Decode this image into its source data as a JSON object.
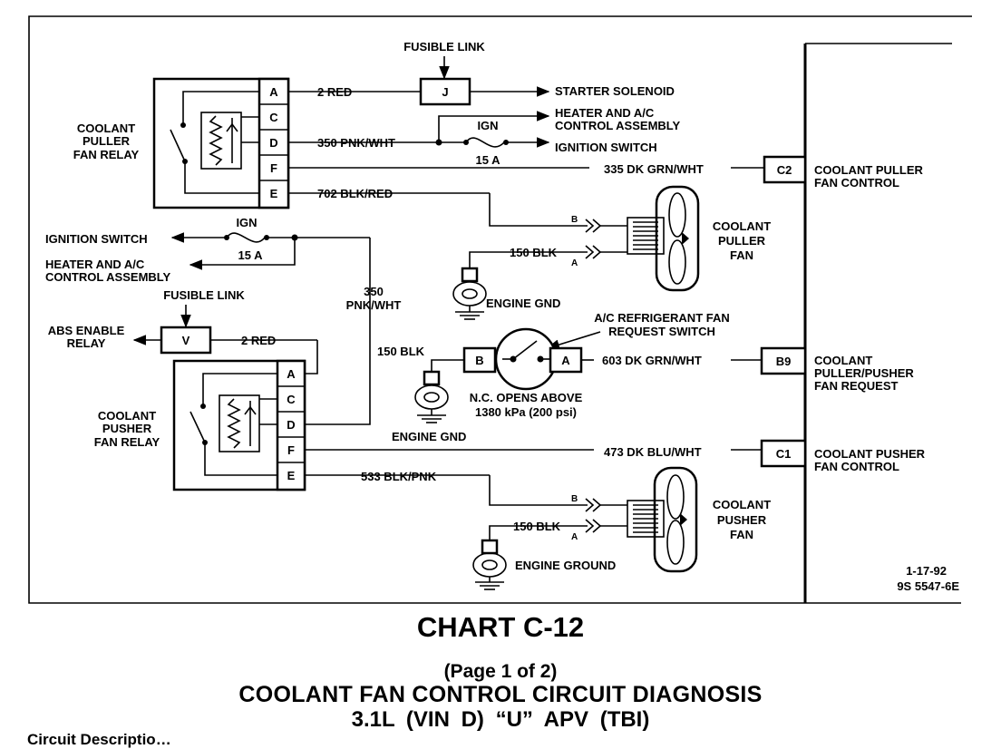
{
  "diagram": {
    "puller_relay": {
      "label_lines": [
        "COOLANT",
        "PULLER",
        "FAN RELAY"
      ],
      "pins": [
        "A",
        "C",
        "D",
        "F",
        "E"
      ]
    },
    "pusher_relay": {
      "label_lines": [
        "COOLANT",
        "PUSHER",
        "FAN RELAY"
      ],
      "pins": [
        "A",
        "C",
        "D",
        "F",
        "E"
      ]
    },
    "fusible_link_top": {
      "label": "FUSIBLE LINK",
      "connector": "J"
    },
    "fusible_link_left": {
      "label": "FUSIBLE LINK",
      "connector": "V"
    },
    "wires": {
      "top_2red": "2 RED",
      "top_350": "350 PNK/WHT",
      "top_335": "335 DK GRN/WHT",
      "top_702": "702 BLK/RED",
      "left_2red": "2 RED",
      "mid_350_lines": [
        "350",
        "PNK/WHT"
      ],
      "left_150blk": "150 BLK",
      "puller_150blk": "150 BLK",
      "w603": "603 DK GRN/WHT",
      "w473": "473 DK BLU/WHT",
      "w533": "533 BLK/PNK",
      "pusher_150blk": "150 BLK"
    },
    "destinations": {
      "starter_solenoid": "STARTER SOLENOID",
      "heater_top_lines": [
        "HEATER AND A/C",
        "CONTROL ASSEMBLY"
      ],
      "ignition_switch_top": "IGNITION SWITCH",
      "ignition_switch_left": "IGNITION SWITCH",
      "heater_left_lines": [
        "HEATER AND A/C",
        "CONTROL ASSEMBLY"
      ],
      "abs_lines": [
        "ABS ENABLE",
        "RELAY"
      ]
    },
    "fuses": {
      "top": {
        "label": "IGN",
        "rating": "15 A"
      },
      "left": {
        "label": "IGN",
        "rating": "15 A"
      }
    },
    "puller_fan": {
      "label_lines": [
        "COOLANT",
        "PULLER",
        "FAN"
      ],
      "pin_b": "B",
      "pin_a": "A"
    },
    "pusher_fan": {
      "label_lines": [
        "COOLANT",
        "PUSHER",
        "FAN"
      ],
      "pin_b": "B",
      "pin_a": "A"
    },
    "switch": {
      "title_lines": [
        "A/C REFRIGERANT FAN",
        "REQUEST SWITCH"
      ],
      "pin_b": "B",
      "pin_a": "A",
      "note_lines": [
        "N.C. OPENS ABOVE",
        "1380 kPa (200 psi)"
      ]
    },
    "grounds": {
      "puller": "ENGINE GND",
      "switch": "ENGINE GND",
      "pusher": "ENGINE GROUND"
    },
    "ecm": {
      "c2": {
        "pin": "C2",
        "label_lines": [
          "COOLANT PULLER",
          "FAN CONTROL"
        ]
      },
      "b9": {
        "pin": "B9",
        "label_lines": [
          "COOLANT",
          "PULLER/PUSHER",
          "FAN REQUEST"
        ]
      },
      "c1": {
        "pin": "C1",
        "label_lines": [
          "COOLANT PUSHER",
          "FAN CONTROL"
        ]
      }
    },
    "date": "1-17-92",
    "doc_number": "9S 5547-6E"
  },
  "chart": {
    "title": "CHART C-12",
    "page": "(Page 1 of 2)",
    "subtitle": "COOLANT FAN CONTROL CIRCUIT DIAGNOSIS",
    "model": "3.1L  (VIN D)  “U”  APV  (TBI)"
  },
  "footer": {
    "section_partial": "Circuit Descriptio…"
  }
}
